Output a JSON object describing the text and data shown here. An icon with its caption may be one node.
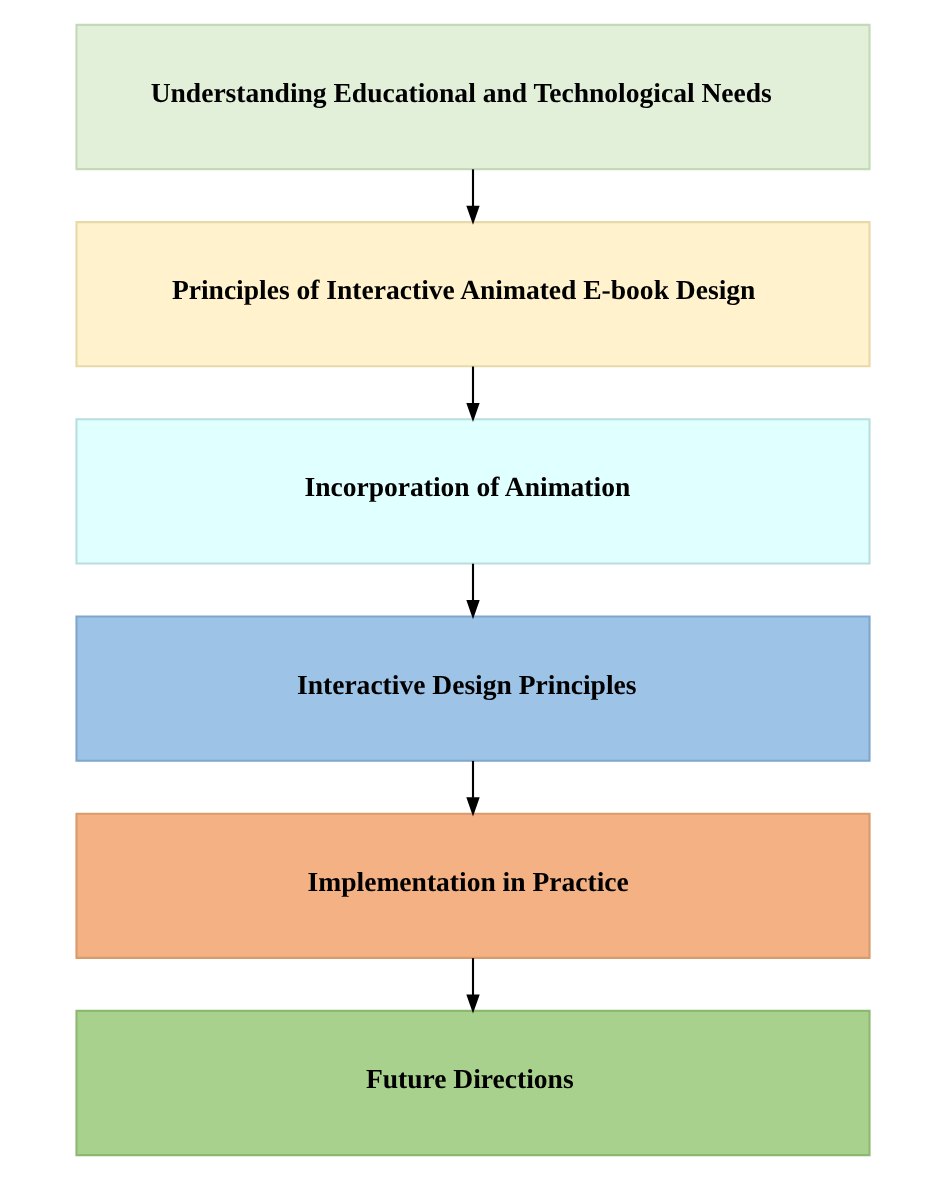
{
  "diagram": {
    "nodes": [
      {
        "text": [
          "Understanding Educational and Technological Needs"
        ]
      },
      {
        "text": [
          "Principles of Interactive Animated E-book Design"
        ]
      },
      {
        "text": [
          "Incorporation of Animation"
        ]
      },
      {
        "text": [
          "Interactive Design Principles"
        ]
      },
      {
        "text": [
          "Implementation in Practice"
        ]
      },
      {
        "text": [
          "Future Directions"
        ]
      }
    ],
    "edges": [
      {
        "from": 0,
        "to": 1,
        "arrow": "to"
      },
      {
        "from": 1,
        "to": 2,
        "arrow": "to"
      },
      {
        "from": 2,
        "to": 3,
        "arrow": "to"
      },
      {
        "from": 3,
        "to": 4,
        "arrow": "to"
      },
      {
        "from": 4,
        "to": 5,
        "arrow": "to"
      }
    ]
  }
}
